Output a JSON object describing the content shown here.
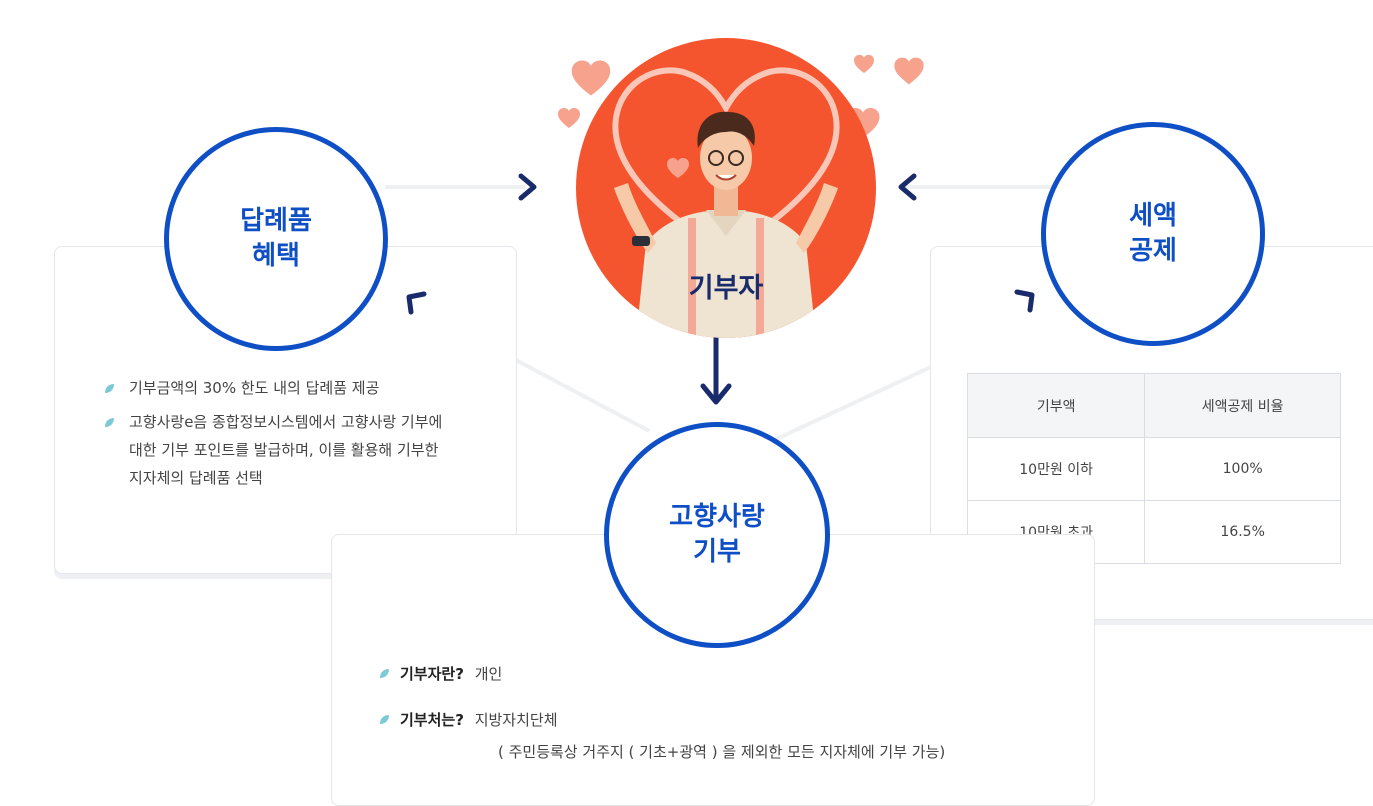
{
  "center": {
    "label": "기부자"
  },
  "left_circle": {
    "label": "답례품\n혜택"
  },
  "right_circle": {
    "label": "세액\n공제"
  },
  "bottom_circle": {
    "label": "고향사랑\n기부"
  },
  "left_card": {
    "items": [
      "기부금액의 30% 한도 내의 답례품 제공",
      "고향사랑e음 종합정보시스템에서 고향사랑 기부에 대한 기부 포인트를 발급하며, 이를 활용해 기부한 지자체의 답례품 선택"
    ]
  },
  "right_card": {
    "table": {
      "headers": [
        "기부액",
        "세액공제 비율"
      ],
      "rows": [
        [
          "10만원 이하",
          "100%"
        ],
        [
          "10만원 초과",
          "16.5%"
        ]
      ]
    }
  },
  "bottom_card": {
    "q1_label": "기부자란?",
    "q1_value": "개인",
    "q2_label": "기부처는?",
    "q2_value": "지방자치단체",
    "q2_note": "( 주민등록상 거주지 ( 기초+광역 ) 을 제외한 모든 지자체에 기부 가능)"
  },
  "colors": {
    "accent": "#0f4fc6",
    "arrow": "#1a2b6b",
    "hero": "#f4552f",
    "heart": "#f6a28c",
    "bullet": "#7ec9d8"
  }
}
